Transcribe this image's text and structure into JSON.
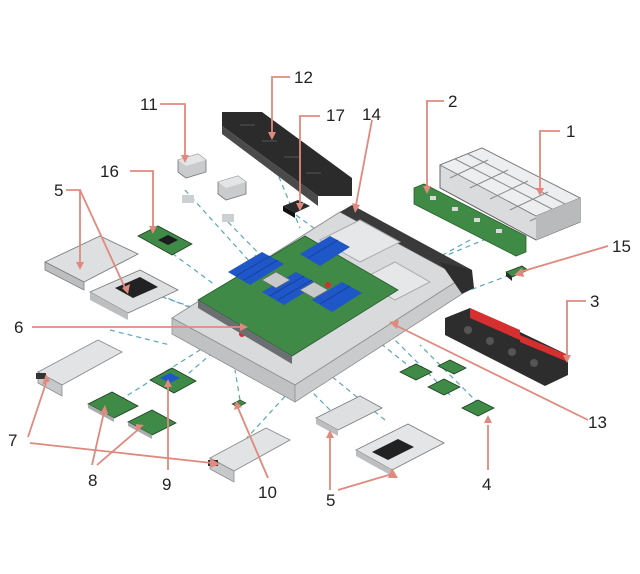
{
  "diagram": {
    "callouts": [
      {
        "id": "c1",
        "label": "1"
      },
      {
        "id": "c2",
        "label": "2"
      },
      {
        "id": "c3",
        "label": "3"
      },
      {
        "id": "c4",
        "label": "4"
      },
      {
        "id": "c5a",
        "label": "5"
      },
      {
        "id": "c5b",
        "label": "5"
      },
      {
        "id": "c6",
        "label": "6"
      },
      {
        "id": "c7",
        "label": "7"
      },
      {
        "id": "c8",
        "label": "8"
      },
      {
        "id": "c9",
        "label": "9"
      },
      {
        "id": "c10",
        "label": "10"
      },
      {
        "id": "c11",
        "label": "11"
      },
      {
        "id": "c12",
        "label": "12"
      },
      {
        "id": "c13",
        "label": "13"
      },
      {
        "id": "c14",
        "label": "14"
      },
      {
        "id": "c15",
        "label": "15"
      },
      {
        "id": "c16",
        "label": "16"
      },
      {
        "id": "c17",
        "label": "17"
      }
    ],
    "colors": {
      "leader_line": "#e0897e",
      "assembly_guide": "#5aa8b8",
      "chassis": "#d4d6d8",
      "chassis_dark": "#2b2b2b",
      "pcb_green": "#3e8a46",
      "dimm_blue": "#1f56c8",
      "bezel_red": "#d62f2f",
      "label_text": "#222222"
    }
  }
}
